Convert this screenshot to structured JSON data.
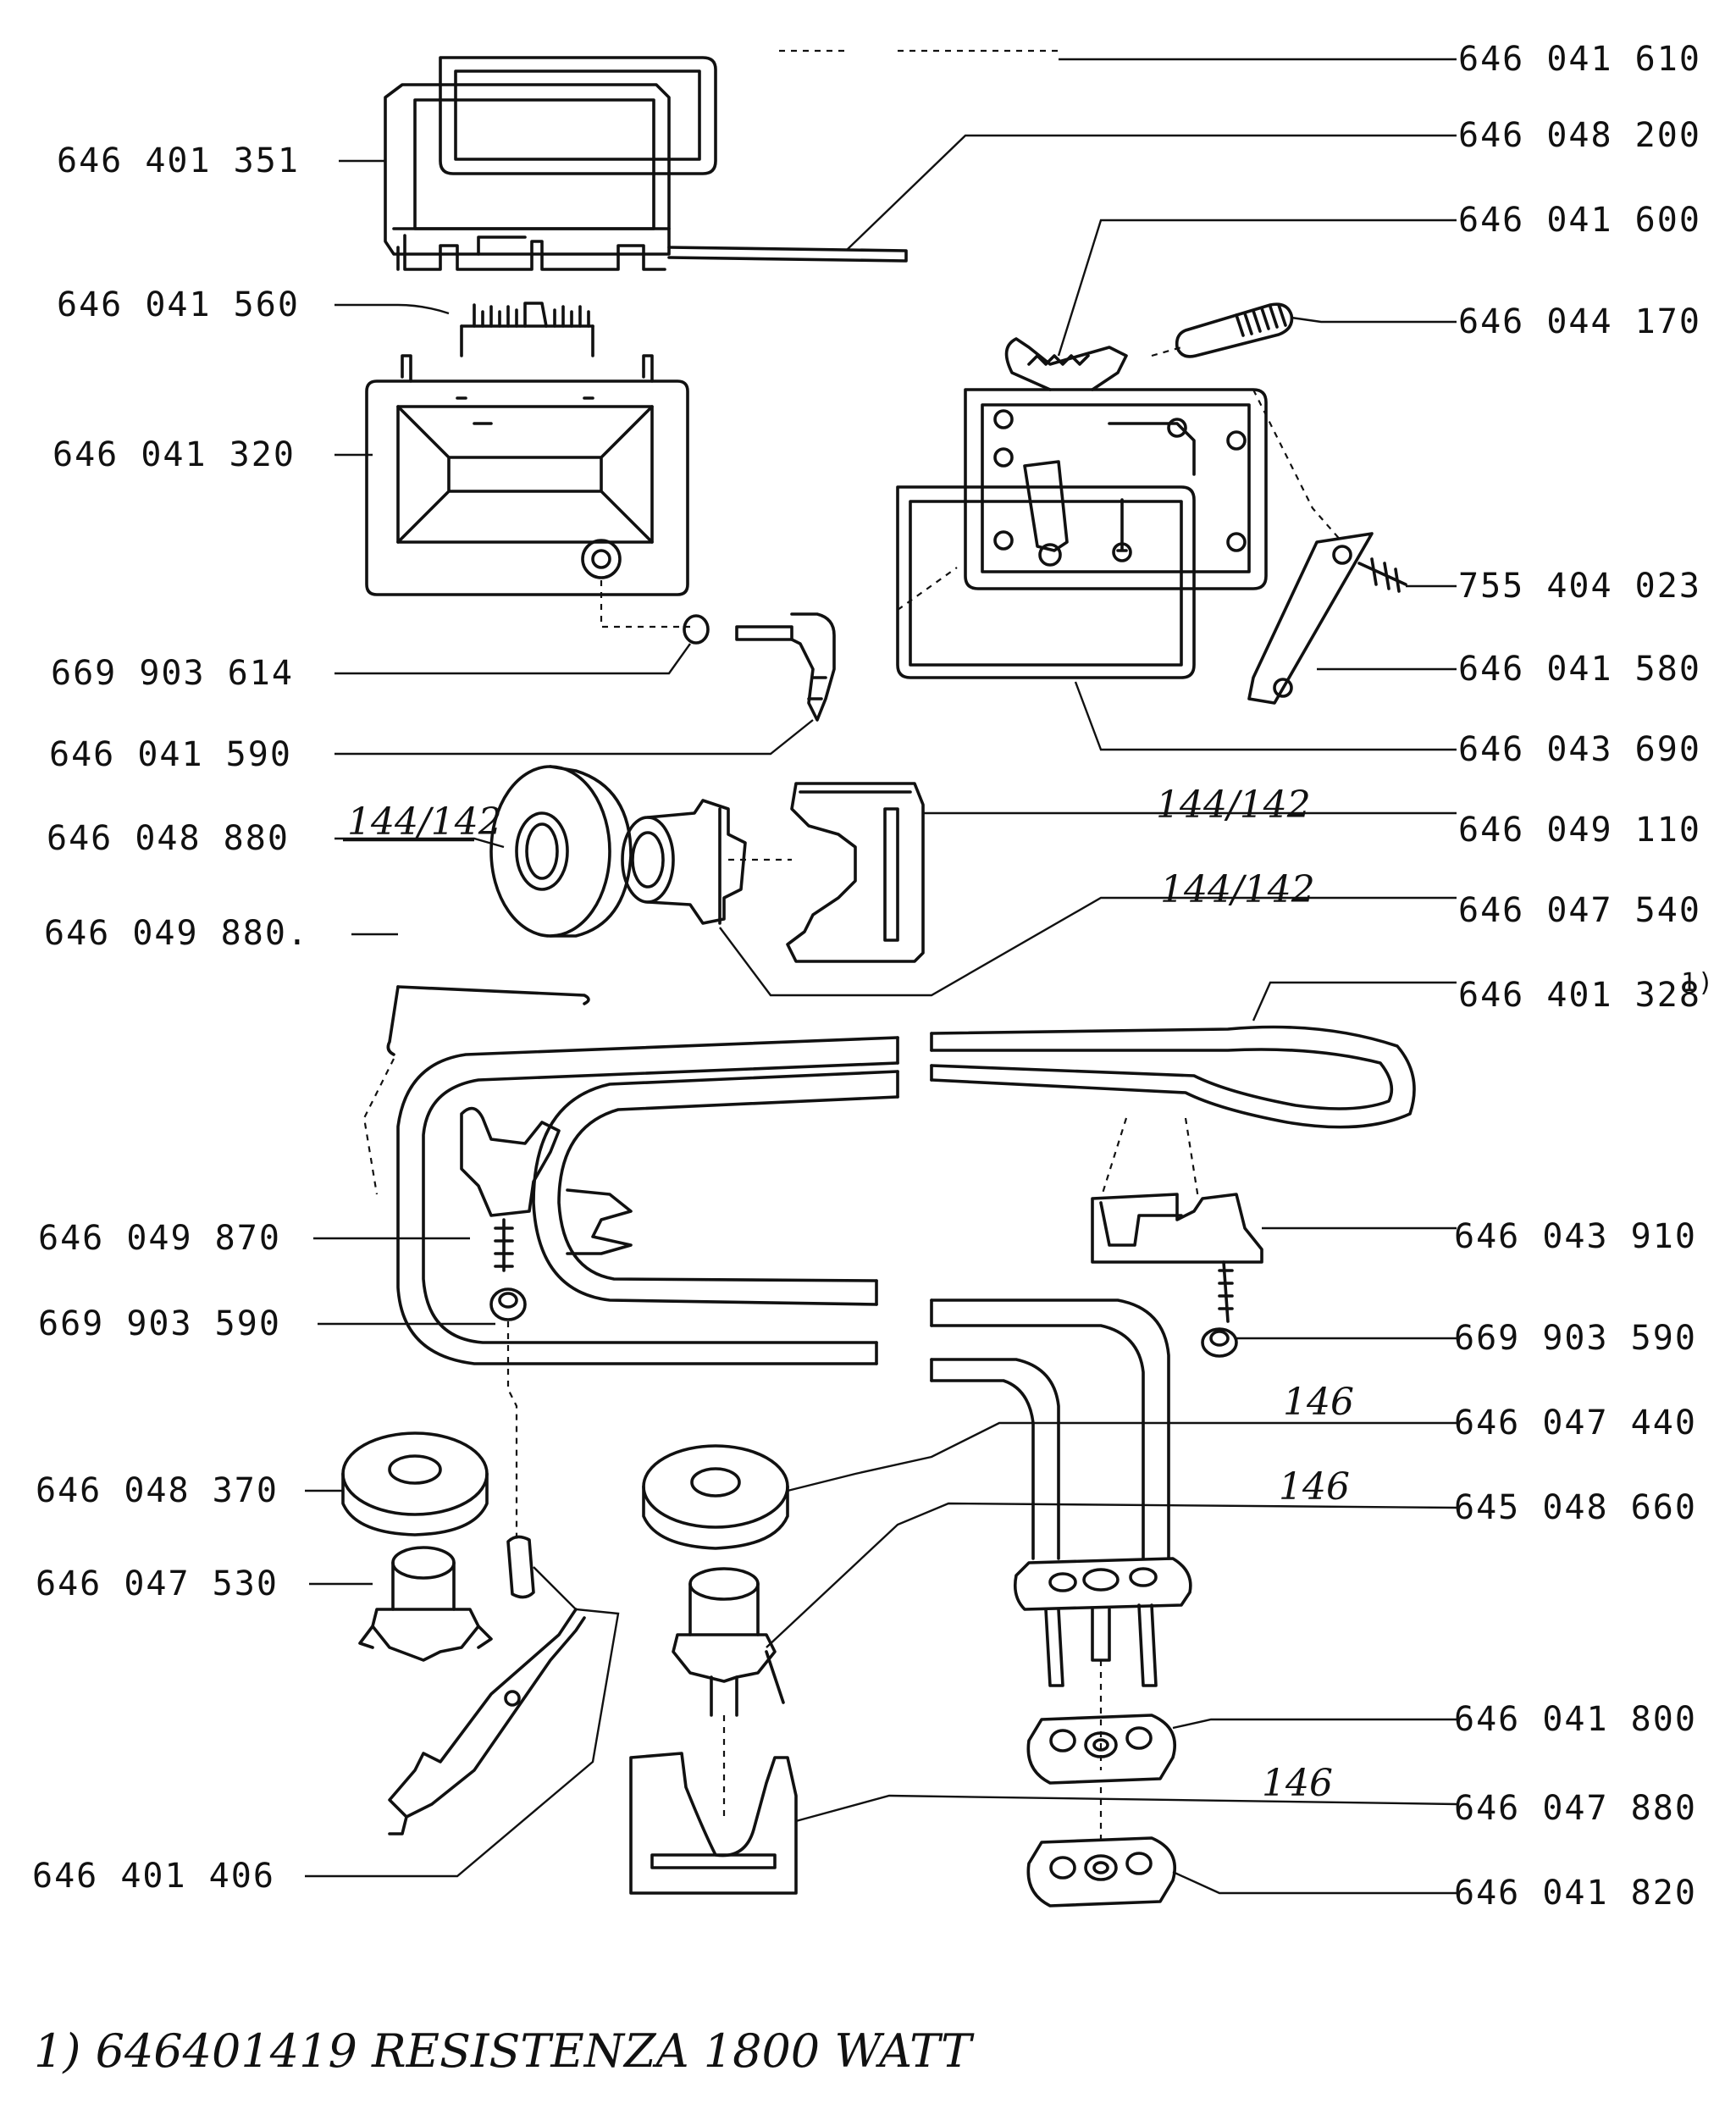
{
  "labels": {
    "l_646401351": "646 401 351",
    "l_646041560": "646 041 560",
    "l_646041320": "646 041 320",
    "l_669903614": "669 903 614",
    "l_646041590": "646 041 590",
    "l_646048880": "646 048 880",
    "l_646049880": "646 049 880.",
    "l_646049870": "646 049 870",
    "l_669903590_left": "669 903 590",
    "l_646048370": "646 048 370",
    "l_646047530": "646 047 530",
    "l_646401406": "646 401 406",
    "r_646041610": "646 041 610",
    "r_646048200": "646 048 200",
    "r_646041600": "646 041 600",
    "r_646044170": "646 044 170",
    "r_755404023": "755 404 023",
    "r_646041580": "646 041 580",
    "r_646043690": "646 043 690",
    "r_646049110": "646 049 110",
    "r_646047540": "646 047 540",
    "r_646401328": "646 401 328",
    "r_646401328_sup": "1)",
    "r_646043910": "646 043 910",
    "r_669903590_right": "669 903 590",
    "r_646047440": "646 047 440",
    "r_645048660": "645 048 660",
    "r_646041800": "646 041 800",
    "r_646047880": "646 047 880",
    "r_646041820": "646 041 820"
  },
  "handwritten": {
    "h_144_142_a": "144/142",
    "h_144_142_b": "144/142",
    "h_144_142_c": "144/142",
    "h_146_a": "146",
    "h_146_b": "146",
    "h_146_c": "146"
  },
  "footnote": "1) 646401419 RESISTENZA 1800 WATT"
}
